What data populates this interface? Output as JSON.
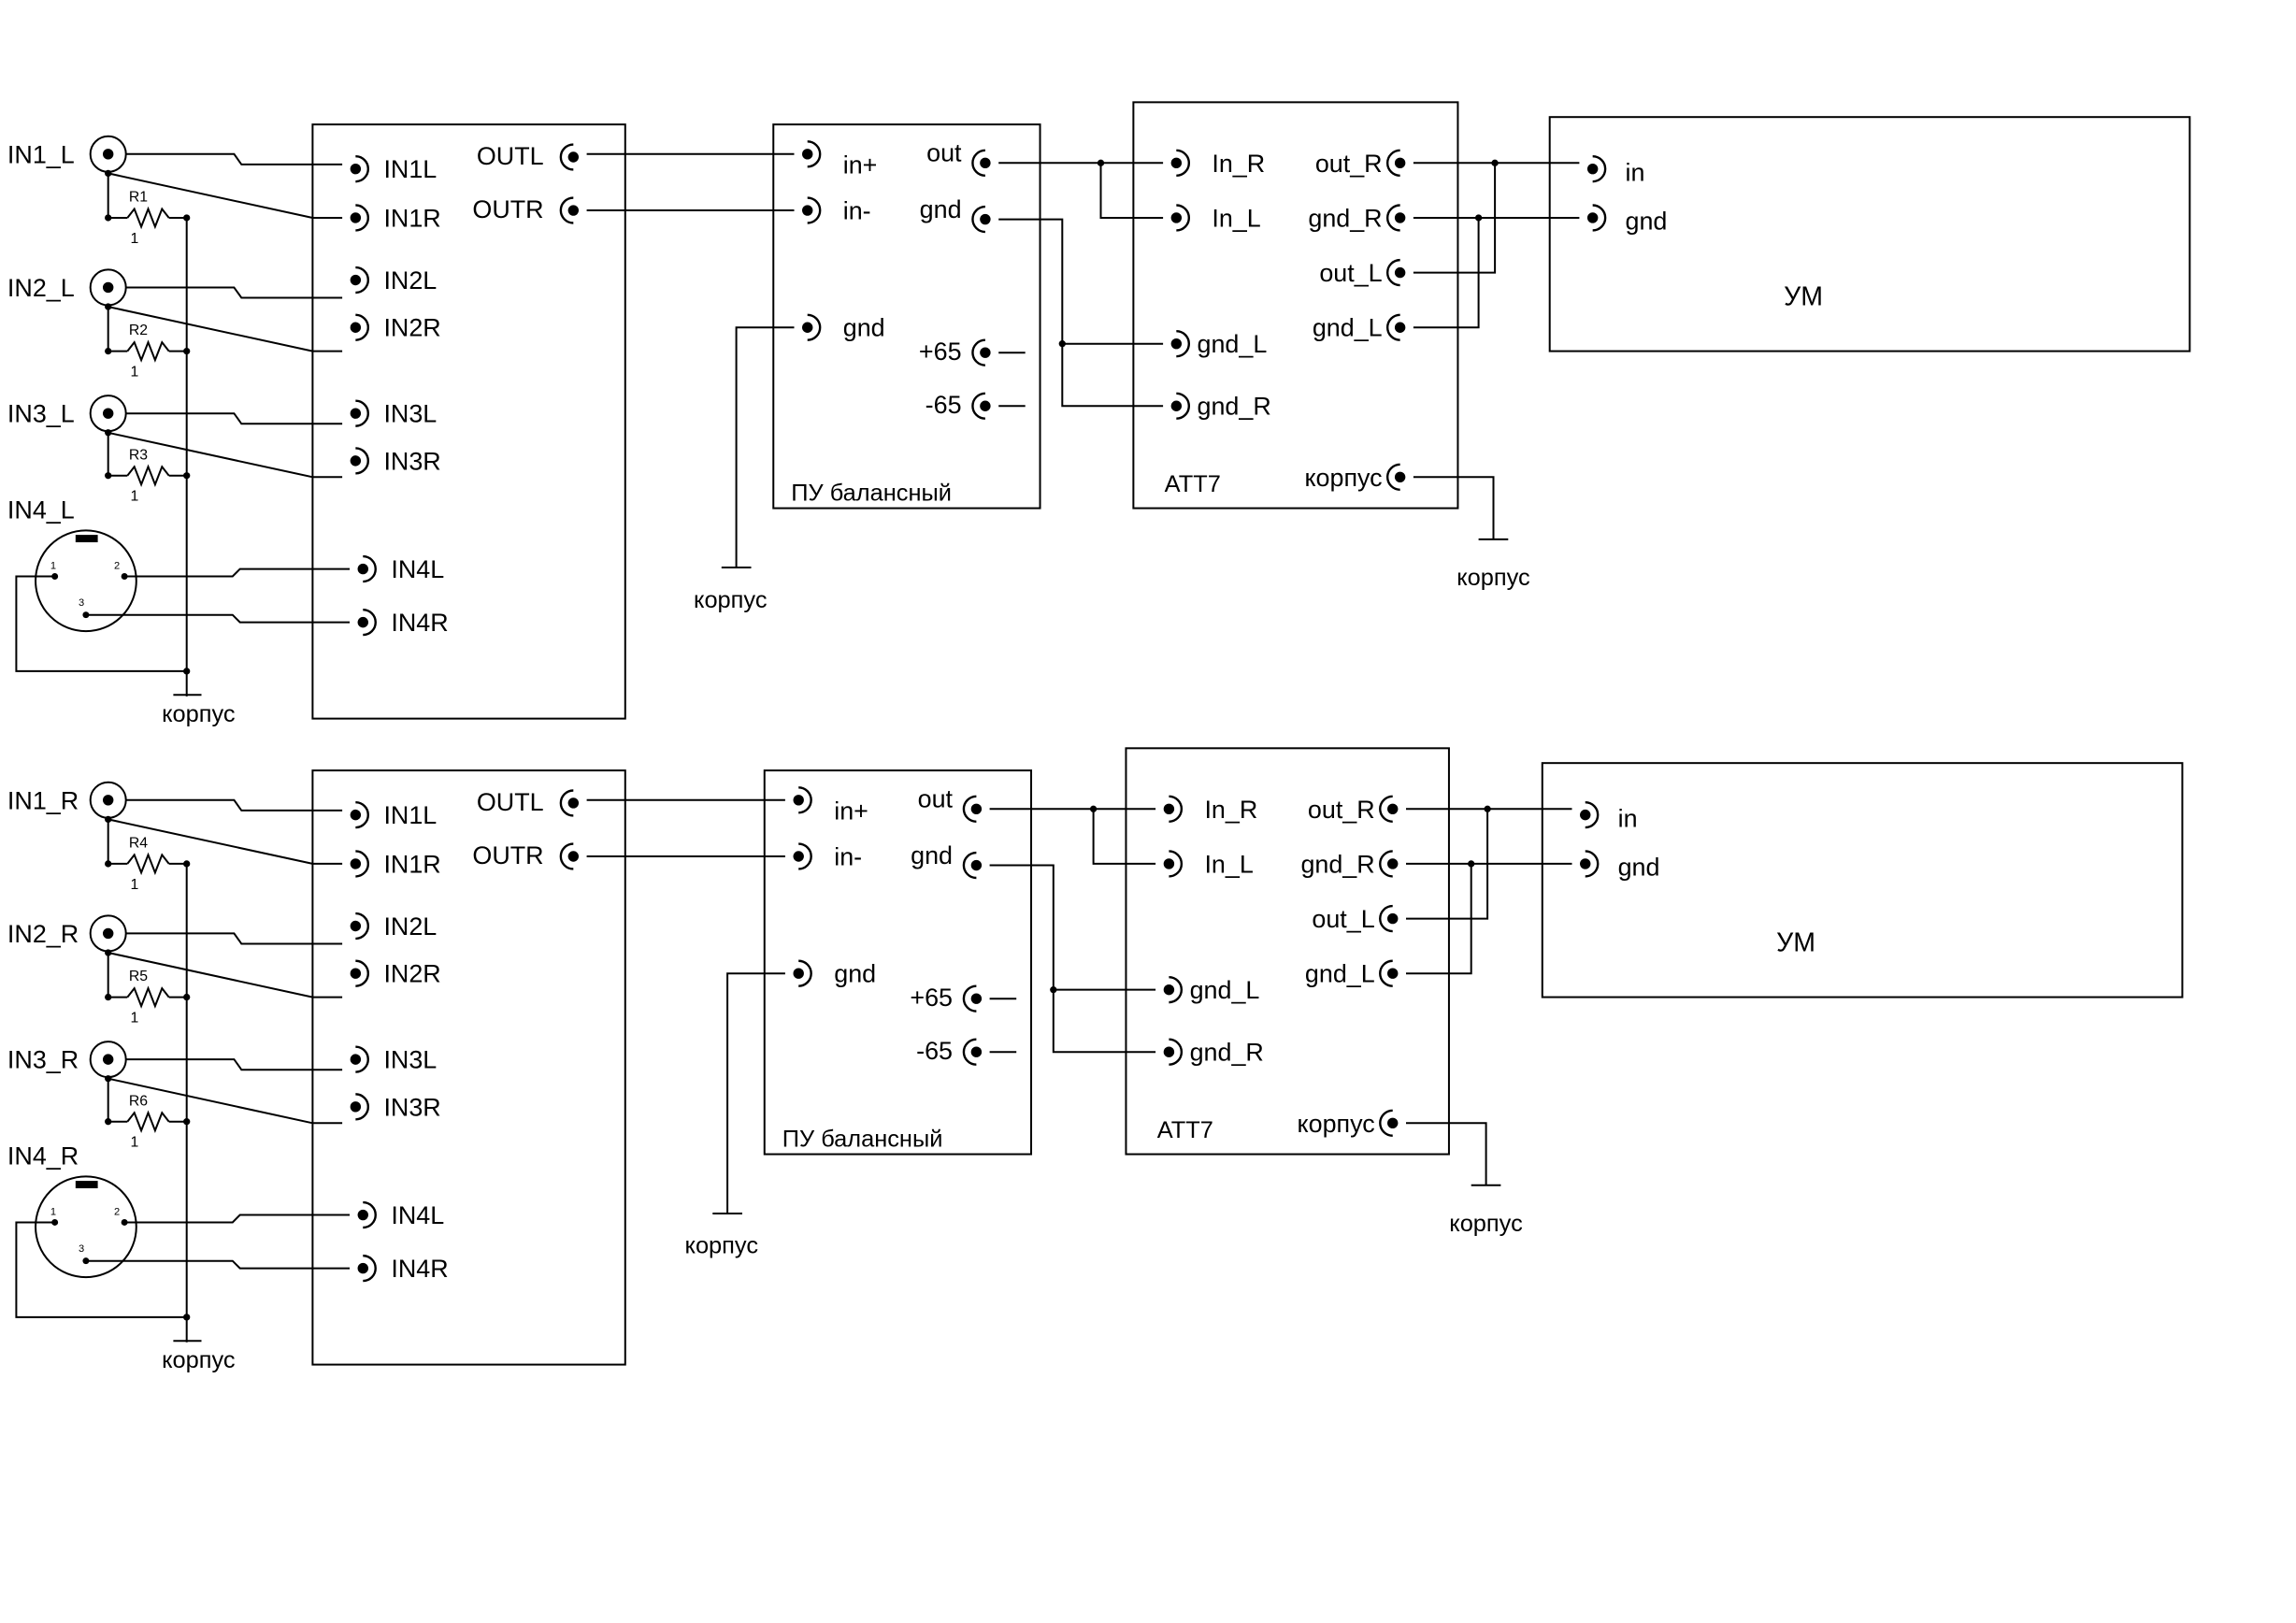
{
  "colors": {
    "ink": "#000000",
    "background": "#ffffff"
  },
  "channels": [
    {
      "id": "L",
      "inputs": [
        {
          "label": "IN1_L",
          "resistor": "R1",
          "value": "1"
        },
        {
          "label": "IN2_L",
          "resistor": "R2",
          "value": "1"
        },
        {
          "label": "IN3_L",
          "resistor": "R3",
          "value": "1"
        }
      ],
      "xlr": {
        "label": "IN4_L",
        "pins": [
          "1",
          "2",
          "3"
        ]
      },
      "ground_label": "корпус",
      "selector": {
        "inputs": [
          "IN1L",
          "IN1R",
          "IN2L",
          "IN2R",
          "IN3L",
          "IN3R",
          "IN4L",
          "IN4R"
        ],
        "outputs": [
          "OUTL",
          "OUTR"
        ]
      },
      "preamp": {
        "title": "ПУ балансный",
        "left": [
          "in+",
          "in-",
          "gnd"
        ],
        "right": [
          "out",
          "gnd",
          "+65",
          "-65"
        ],
        "ground_label": "корпус"
      },
      "attenuator": {
        "title": "ATT7",
        "left": [
          "In_R",
          "In_L",
          "gnd_L",
          "gnd_R"
        ],
        "right": [
          "out_R",
          "gnd_R",
          "out_L",
          "gnd_L",
          "корпус"
        ],
        "ground_label": "корпус"
      },
      "amp": {
        "title": "УМ",
        "left": [
          "in",
          "gnd"
        ]
      }
    },
    {
      "id": "R",
      "inputs": [
        {
          "label": "IN1_R",
          "resistor": "R4",
          "value": "1"
        },
        {
          "label": "IN2_R",
          "resistor": "R5",
          "value": "1"
        },
        {
          "label": "IN3_R",
          "resistor": "R6",
          "value": "1"
        }
      ],
      "xlr": {
        "label": "IN4_R",
        "pins": [
          "1",
          "2",
          "3"
        ]
      },
      "ground_label": "корпус",
      "selector": {
        "inputs": [
          "IN1L",
          "IN1R",
          "IN2L",
          "IN2R",
          "IN3L",
          "IN3R",
          "IN4L",
          "IN4R"
        ],
        "outputs": [
          "OUTL",
          "OUTR"
        ]
      },
      "preamp": {
        "title": "ПУ балансный",
        "left": [
          "in+",
          "in-",
          "gnd"
        ],
        "right": [
          "out",
          "gnd",
          "+65",
          "-65"
        ],
        "ground_label": "корпус"
      },
      "attenuator": {
        "title": "ATT7",
        "left": [
          "In_R",
          "In_L",
          "gnd_L",
          "gnd_R"
        ],
        "right": [
          "out_R",
          "gnd_R",
          "out_L",
          "gnd_L",
          "корпус"
        ],
        "ground_label": "корпус"
      },
      "amp": {
        "title": "УМ",
        "left": [
          "in",
          "gnd"
        ]
      }
    }
  ]
}
